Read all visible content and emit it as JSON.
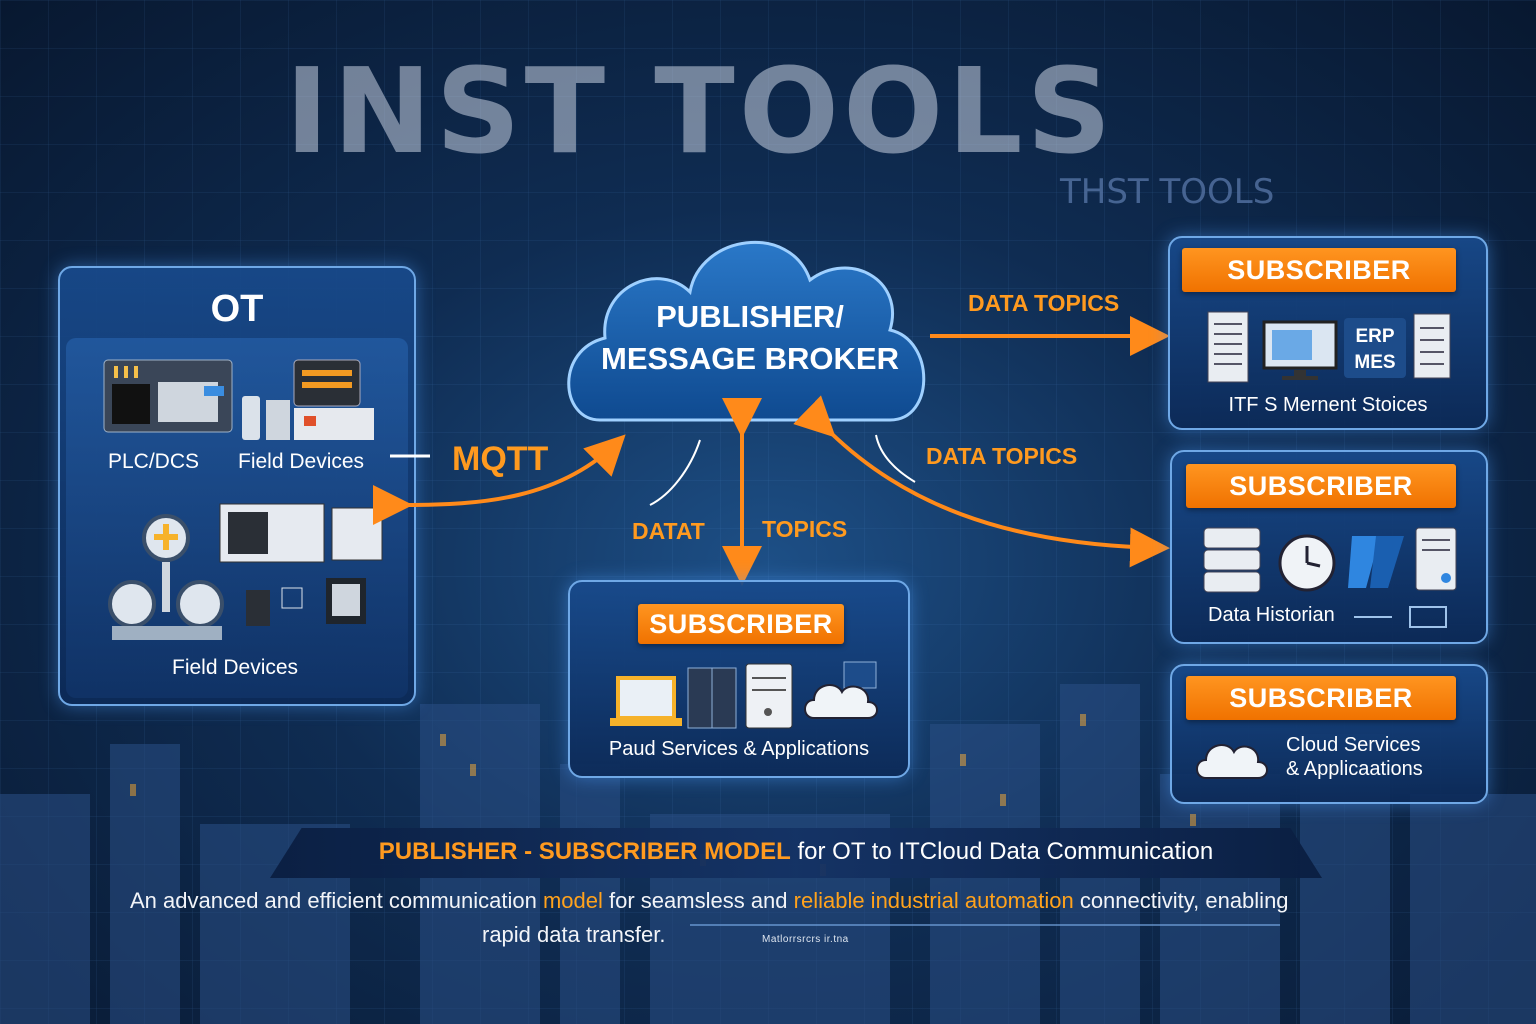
{
  "watermark": {
    "title": "INST TOOLS",
    "subtitle": "THST TOOLS"
  },
  "ot_panel": {
    "title": "OT",
    "plc_label": "PLC/DCS",
    "field_devices_top": "Field Devices",
    "field_devices_bottom": "Field Devices"
  },
  "broker": {
    "line1": "PUBLISHER/",
    "line2": "MESSAGE BROKER"
  },
  "connections": {
    "mqtt": "MQTT",
    "data_topics_top": "DATA TOPICS",
    "data_topics_mid": "DATA TOPICS",
    "datat": "DATAT",
    "topics": "TOPICS"
  },
  "subscribers": [
    {
      "badge": "SUBSCRIBER",
      "icon_text_1": "ERP",
      "icon_text_2": "MES",
      "caption": "ITF S Mernent Stoices"
    },
    {
      "badge": "SUBSCRIBER",
      "caption": "Data Historian"
    },
    {
      "badge": "SUBSCRIBER",
      "caption_line1": "Cloud Services",
      "caption_line2": "& Applicaations"
    },
    {
      "badge": "SUBSCRIBER",
      "caption": "Paud Services & Applications"
    }
  ],
  "banner": {
    "highlight": "PUBLISHER - SUBSCRIBER MODEL",
    "rest": " for OT to ITCloud Data Communication"
  },
  "description": {
    "p1": "An advanced and efficient communication ",
    "p2": "model",
    "p3": " for seamsless and ",
    "p4": "reliable industrial automation",
    "p5": " connectivity, enabling",
    "line2": "rapid data transfer.",
    "fine_print": "Matlorrsrcrs ir.tna"
  },
  "colors": {
    "accent_orange": "#ff8a1a",
    "panel_border": "#6fa8e6",
    "background": "#0f2c52"
  }
}
